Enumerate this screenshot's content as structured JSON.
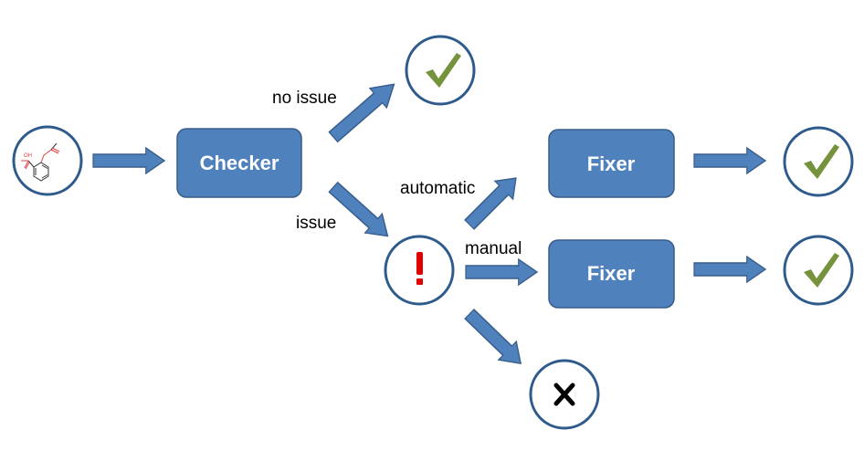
{
  "nodes": {
    "checker": {
      "label": "Checker"
    },
    "fixer_automatic": {
      "label": "Fixer"
    },
    "fixer_manual": {
      "label": "Fixer"
    }
  },
  "edges": {
    "no_issue": "no issue",
    "issue": "issue",
    "automatic": "automatic",
    "manual": "manual"
  },
  "molecule": {
    "atom_label_oh": "OH"
  },
  "icons": {
    "check": "check-icon",
    "warning": "exclamation-icon",
    "reject": "cross-icon"
  },
  "colors": {
    "box_fill": "#4f81bd",
    "box_stroke": "#385d8a",
    "circle_stroke": "#2e5b8c",
    "check": "#76923c",
    "warning": "#e00000",
    "cross": "#000000",
    "molecule_hetero": "#e04040"
  }
}
